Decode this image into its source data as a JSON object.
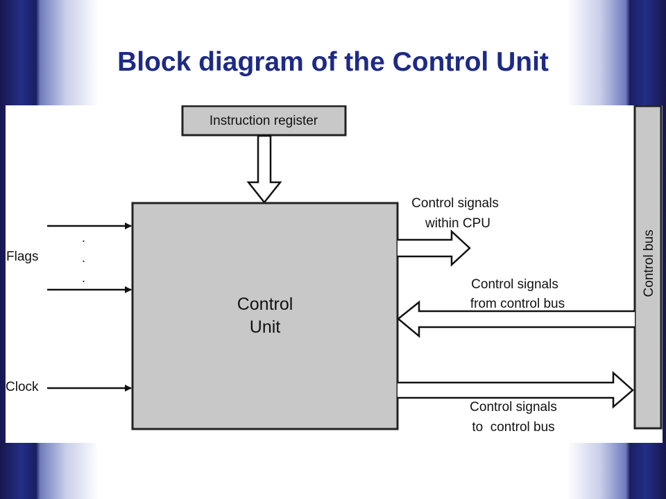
{
  "slide": {
    "title": "Block diagram of the Control Unit",
    "colors": {
      "title": "#1d2a86",
      "block_fill": "#c8c8c8",
      "background_texture": "#232f86"
    }
  },
  "diagram": {
    "instruction_register": "Instruction register",
    "control_unit": {
      "line1": "Control",
      "line2": "Unit"
    },
    "control_bus": "Control bus",
    "inputs": {
      "flags": "Flags",
      "ellipsis": ".",
      "clock": "Clock"
    },
    "signals": {
      "within_cpu": {
        "line1": "Control signals",
        "line2": "within CPU"
      },
      "from_bus": {
        "line1": "Control signals",
        "line2": "from control bus"
      },
      "to_bus": {
        "line1": "Control signals",
        "line2": "to  control bus"
      }
    }
  }
}
